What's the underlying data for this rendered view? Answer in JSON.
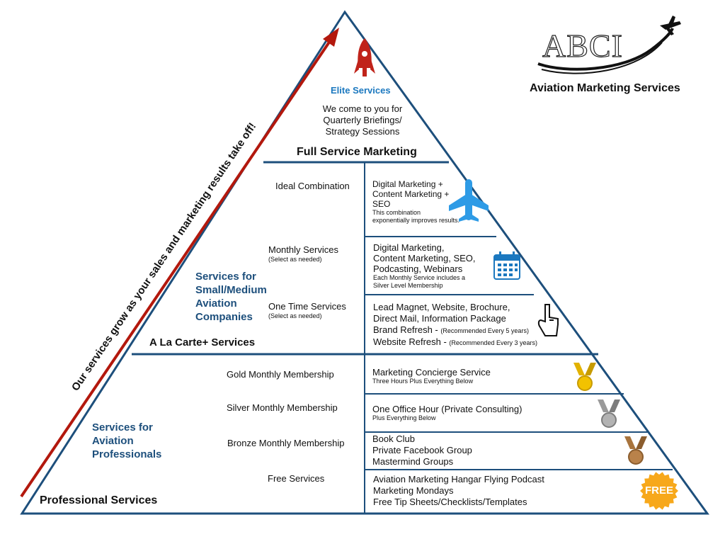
{
  "logo": {
    "letters": "ABCI",
    "subtitle": "Aviation Marketing Services"
  },
  "arrow_text": "Our services grow as your sales and marketing results take off!",
  "colors": {
    "pyramid_line": "#1d4f7c",
    "arrow": "#b3180d",
    "heading_blue": "#1d4f7c",
    "plane_blue": "#2e9be6",
    "free_badge": "#f7a81b"
  },
  "elite": {
    "title": "Elite Services",
    "desc": [
      "We come to you for",
      "Quarterly Briefings/",
      "Strategy Sessions"
    ],
    "footer": "Full Service Marketing",
    "icon": "rocket-icon"
  },
  "ala": {
    "group_label": [
      "Services for",
      "Small/Medium",
      "Aviation",
      "Companies"
    ],
    "footer": "A La Carte+ Services",
    "rows": [
      {
        "left": "Ideal Combination",
        "left_note": "",
        "lines": [
          "Digital Marketing +",
          "Content Marketing +",
          "SEO"
        ],
        "notes": [
          "This combination",
          "exponentially improves results."
        ],
        "icon": "airplane-icon"
      },
      {
        "left": "Monthly Services",
        "left_note": "(Select as needed)",
        "lines": [
          "Digital Marketing,",
          "Content Marketing, SEO,",
          "Podcasting, Webinars"
        ],
        "notes": [
          "Each Monthly Service includes a",
          "Silver Level Membership"
        ],
        "icon": "calendar-icon"
      },
      {
        "left": "One Time Services",
        "left_note": "(Select as needed)",
        "lines": [
          "Lead Magnet, Website, Brochure,",
          "Direct Mail,  Information Package"
        ],
        "refresh": [
          {
            "text": "Brand Refresh -",
            "note": "(Recommended Every 5 years)"
          },
          {
            "text": "Website Refresh -",
            "note": "(Recommended Every 3 years)"
          }
        ],
        "icon": "pointing-hand-icon"
      }
    ]
  },
  "pro": {
    "group_label": [
      "Services for",
      "Aviation",
      "Professionals"
    ],
    "footer": "Professional Services",
    "rows": [
      {
        "left": "Gold Monthly Membership",
        "lines": [
          "Marketing Concierge Service"
        ],
        "note": "Three Hours Plus Everything Below",
        "icon": "gold-medal-icon"
      },
      {
        "left": "Silver Monthly Membership",
        "lines": [
          "One Office Hour (Private Consulting)"
        ],
        "note": "Plus Everything Below",
        "icon": "silver-medal-icon"
      },
      {
        "left": "Bronze Monthly Membership",
        "lines": [
          "Book Club",
          "Private Facebook Group",
          "Mastermind Groups"
        ],
        "note": "",
        "icon": "bronze-medal-icon"
      },
      {
        "left": "Free Services",
        "lines": [
          "Aviation Marketing Hangar Flying Podcast",
          "Marketing Mondays",
          "Free Tip Sheets/Checklists/Templates"
        ],
        "note": "",
        "icon": "free-badge-icon",
        "badge": "FREE"
      }
    ]
  }
}
